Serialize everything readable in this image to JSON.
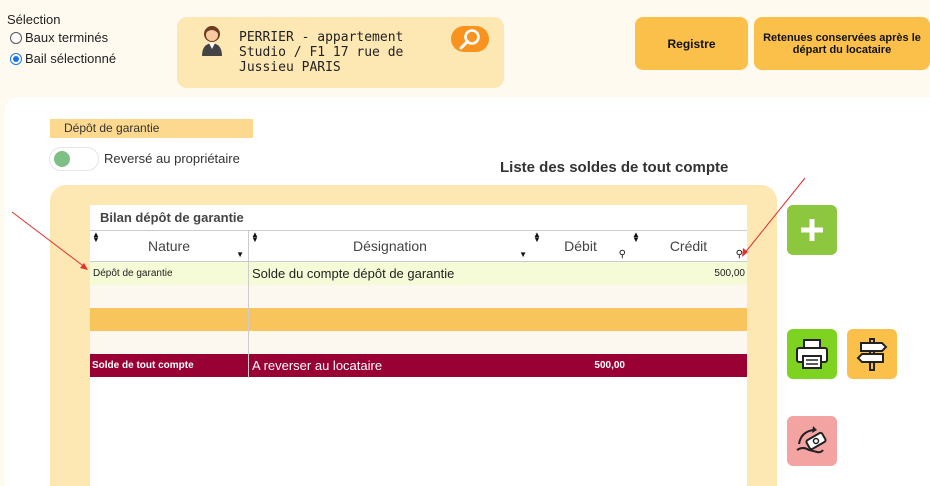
{
  "selection": {
    "title": "Sélection",
    "options": [
      {
        "label": "Baux terminés",
        "selected": false
      },
      {
        "label": "Bail sélectionné",
        "selected": true
      }
    ]
  },
  "property": {
    "text": "PERRIER - appartement\nStudio / F1 17 rue de\nJussieu PARIS",
    "avatar_icon": "woman-avatar-icon",
    "search_icon": "search-icon"
  },
  "toolbar": {
    "registre_label": "Registre",
    "retenues_label": "Retenues conservées après le départ du locataire"
  },
  "deposit": {
    "tab_label": "Dépôt de garantie",
    "toggle_label": "Reversé au propriétaire",
    "toggle_on": false
  },
  "list_title": "Liste des soldes de tout compte",
  "table": {
    "title": "Bilan dépôt de garantie",
    "columns": [
      "Nature",
      "Désignation",
      "Débit",
      "Crédit"
    ],
    "rows": [
      {
        "nature": "Dépôt de garantie",
        "designation": "Solde du compte dépôt de garantie",
        "debit": "",
        "credit": "500,00"
      }
    ],
    "total": {
      "nature": "Solde de tout compte",
      "designation": "A reverser au locataire",
      "debit": "500,00",
      "credit": ""
    }
  },
  "colors": {
    "accent_orange": "#f7931e",
    "button_yellow": "#fbc04a",
    "total_row": "#990033",
    "highlight_row": "#f8c45c",
    "first_row": "#f5fbd6",
    "add_green": "#8dc63f"
  },
  "actions": {
    "add_icon": "plus-icon",
    "print_icon": "printer-icon",
    "sign_icon": "signpost-icon",
    "refund_icon": "money-refund-icon"
  }
}
